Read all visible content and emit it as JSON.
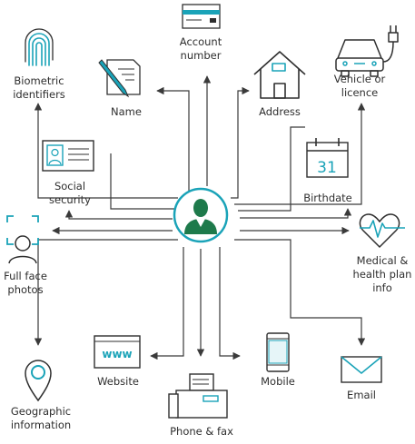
{
  "colors": {
    "accent": "#1aa3b8",
    "person": "#1e7a4b",
    "line": "#3a3a3a"
  },
  "center": {
    "icon": "person-icon"
  },
  "items": [
    {
      "id": "biometric",
      "label": "Biometric\nidentifiers",
      "icon": "fingerprint-icon"
    },
    {
      "id": "name",
      "label": "Name",
      "icon": "document-pen-icon"
    },
    {
      "id": "account",
      "label": "Account\nnumber",
      "icon": "bank-card-icon"
    },
    {
      "id": "address",
      "label": "Address",
      "icon": "house-icon"
    },
    {
      "id": "vehicle",
      "label": "Vehicle or\nlicence",
      "icon": "electric-car-icon"
    },
    {
      "id": "social",
      "label": "Social\nsecurity",
      "icon": "id-card-icon"
    },
    {
      "id": "birthdate",
      "label": "Birthdate",
      "icon": "calendar-icon",
      "icon_text": "31"
    },
    {
      "id": "face",
      "label": "Full face\nphotos",
      "icon": "face-scan-icon"
    },
    {
      "id": "medical",
      "label": "Medical &\nhealth plan\ninfo",
      "icon": "heart-pulse-icon"
    },
    {
      "id": "geo",
      "label": "Geographic\ninformation",
      "icon": "map-pin-icon"
    },
    {
      "id": "website",
      "label": "Website",
      "icon": "browser-icon",
      "icon_text": "www"
    },
    {
      "id": "phone",
      "label": "Phone & fax",
      "icon": "fax-machine-icon"
    },
    {
      "id": "mobile",
      "label": "Mobile",
      "icon": "mobile-phone-icon"
    },
    {
      "id": "email",
      "label": "Email",
      "icon": "envelope-icon"
    }
  ]
}
